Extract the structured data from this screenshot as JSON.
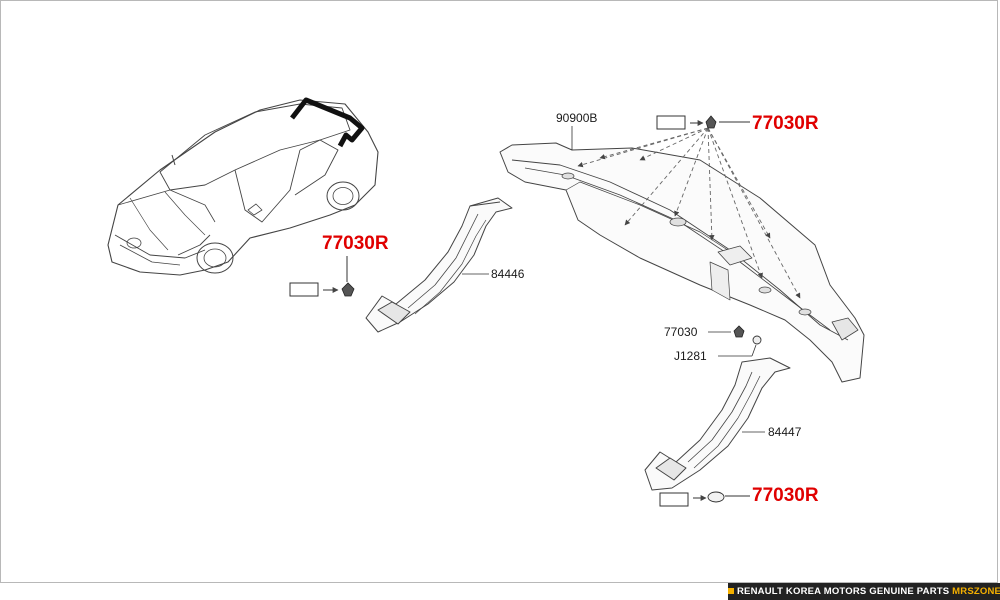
{
  "diagram": {
    "parts": {
      "rear_panel": "90900B",
      "left_trim": "84446",
      "right_trim": "84447",
      "clip": "77030",
      "nut": "J1281"
    },
    "callouts": {
      "top_right": "77030R",
      "left": "77030R",
      "bottom_right": "77030R"
    },
    "colors": {
      "callout": "#e00000",
      "line": "#333333",
      "dashed_arrow": "#666666"
    }
  },
  "footer": {
    "brand": "RENAULT KOREA MOTORS GENUINE PARTS",
    "zone": "MRSZONE"
  }
}
